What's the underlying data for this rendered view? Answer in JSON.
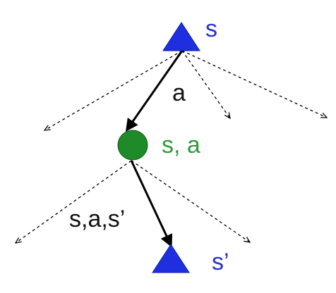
{
  "labels": {
    "state_top": "s",
    "action_edge": "a",
    "qstate": "s, a",
    "transition_edge": "s,a,s’",
    "state_bottom": "s’"
  },
  "colors": {
    "state_fill": "#1f2fe0",
    "state_label": "#2632c8",
    "qstate_fill": "#1e8a2a",
    "qstate_label": "#2e9a3a",
    "edge": "#000000",
    "text": "#111111"
  },
  "icons": {
    "state_node": "blue-triangle",
    "qstate_node": "green-circle"
  }
}
